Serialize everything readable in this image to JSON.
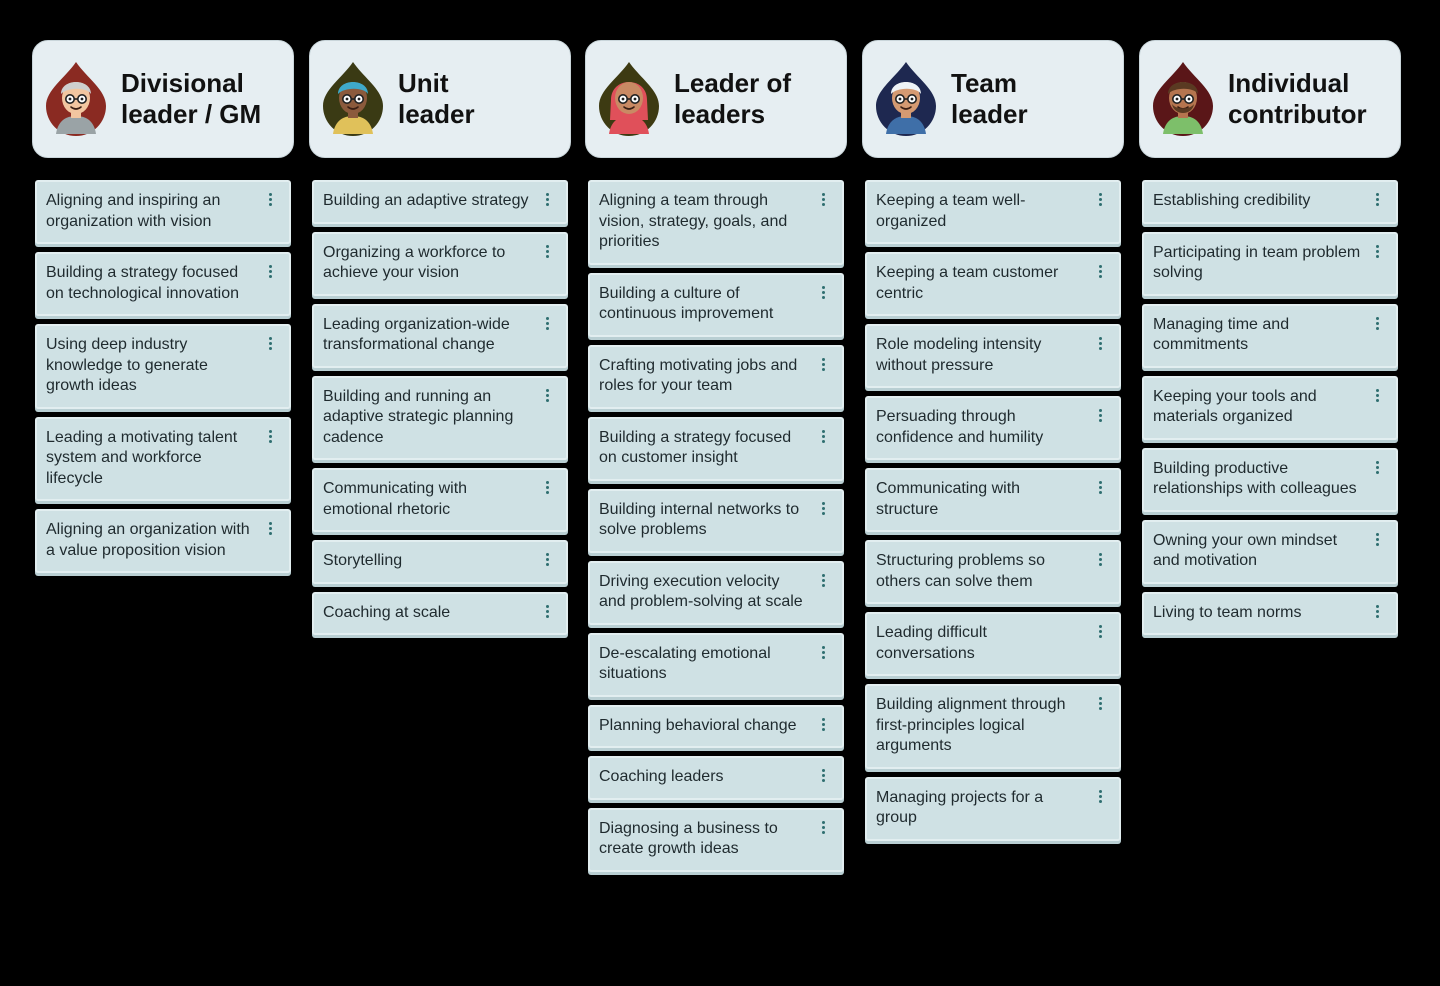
{
  "columns": [
    {
      "title": "Divisional\nleader / GM",
      "avatar": {
        "icon": "person-glasses-gray-hair-avatar-icon",
        "drop": "#8a2a22",
        "skin": "#f2c6a0",
        "hair": "#cfcfcf",
        "shirt": "#9aa3a6"
      },
      "cards": [
        "Aligning and inspiring an organization with vision",
        "Building a strategy focused on technological innovation",
        "Using deep industry knowledge to generate growth ideas",
        "Leading a motivating talent system and workforce lifecycle",
        "Aligning an organization with a value proposition vision"
      ]
    },
    {
      "title": "Unit\nleader",
      "avatar": {
        "icon": "person-blue-hair-avatar-icon",
        "drop": "#3a3a14",
        "skin": "#8b5a3c",
        "hair": "#3fa9c9",
        "shirt": "#e0c15a"
      },
      "cards": [
        "Building an adaptive strategy",
        "Organizing a workforce to achieve your vision",
        "Leading organization-wide transformational change",
        "Building and running an adaptive strategic planning cadence",
        "Communicating with emotional rhetoric",
        "Storytelling",
        "Coaching at scale"
      ]
    },
    {
      "title": "Leader of\nleaders",
      "avatar": {
        "icon": "person-hijab-avatar-icon",
        "drop": "#3d3a12",
        "skin": "#c98a64",
        "hair": "#e0505a",
        "shirt": "#e0505a"
      },
      "cards": [
        "Aligning a team through vision, strategy, goals, and priorities",
        "Building a culture of continuous improvement",
        "Crafting motivating jobs and roles for your team",
        "Building a strategy focused on customer insight",
        "Building internal networks to solve problems",
        "Driving execution velocity and problem-solving at scale",
        "De-escalating emotional situations",
        "Planning behavioral change",
        "Coaching leaders",
        "Diagnosing a business to create growth ideas"
      ]
    },
    {
      "title": "Team\nleader",
      "avatar": {
        "icon": "person-beanie-avatar-icon",
        "drop": "#1e2850",
        "skin": "#d49a72",
        "hair": "#eef3f6",
        "shirt": "#3f6fa8"
      },
      "cards": [
        "Keeping a team well-organized",
        "Keeping a team customer centric",
        "Role modeling intensity without pressure",
        "Persuading through confidence and humility",
        "Communicating with structure",
        "Structuring problems so others can solve them",
        "Leading difficult conversations",
        "Building alignment through first-principles logical arguments",
        "Managing projects for a group"
      ]
    },
    {
      "title": "Individual\ncontributor",
      "avatar": {
        "icon": "person-beard-sunglasses-avatar-icon",
        "drop": "#5a1618",
        "skin": "#b5754f",
        "hair": "#5a3a22",
        "shirt": "#7dbf6a"
      },
      "cards": [
        "Establishing credibility",
        "Participating in team problem solving",
        "Managing time and commitments",
        "Keeping your tools and materials organized",
        "Building productive relationships with colleagues",
        "Owning your own mindset and motivation",
        "Living to team norms"
      ]
    }
  ],
  "colors": {
    "background": "#000000",
    "header": "#e6eef2",
    "card": "#cfe1e4",
    "card_text": "#1f2a2e",
    "menu_dots": "#2f6e70"
  },
  "menu_icon": "kebab-menu-icon"
}
